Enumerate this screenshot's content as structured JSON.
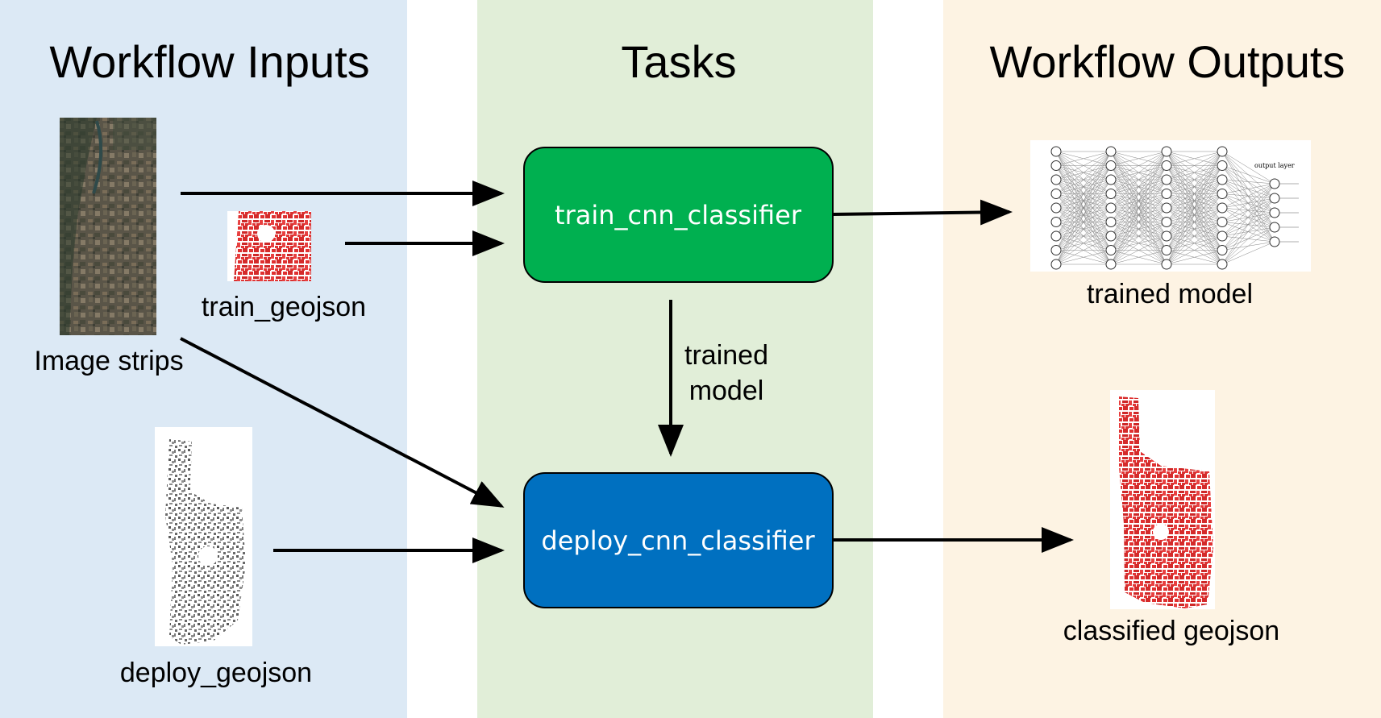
{
  "columns": {
    "inputs": {
      "title": "Workflow Inputs",
      "color": "#dce9f5"
    },
    "tasks": {
      "title": "Tasks",
      "color": "#e1eed8"
    },
    "outputs": {
      "title": "Workflow Outputs",
      "color": "#fdf3e3"
    }
  },
  "inputs": {
    "image_strips": "Image strips",
    "train_geojson": "train_geojson",
    "deploy_geojson": "deploy_geojson"
  },
  "tasks": {
    "train": {
      "label": "train_cnn_classifier",
      "color": "#00b050"
    },
    "deploy": {
      "label": "deploy_cnn_classifier",
      "color": "#0070c0"
    },
    "edge_label_line1": "trained",
    "edge_label_line2": "model"
  },
  "outputs": {
    "trained_model": "trained model",
    "classified_geojson": "classified geojson",
    "nn_output_layer": "output layer"
  }
}
